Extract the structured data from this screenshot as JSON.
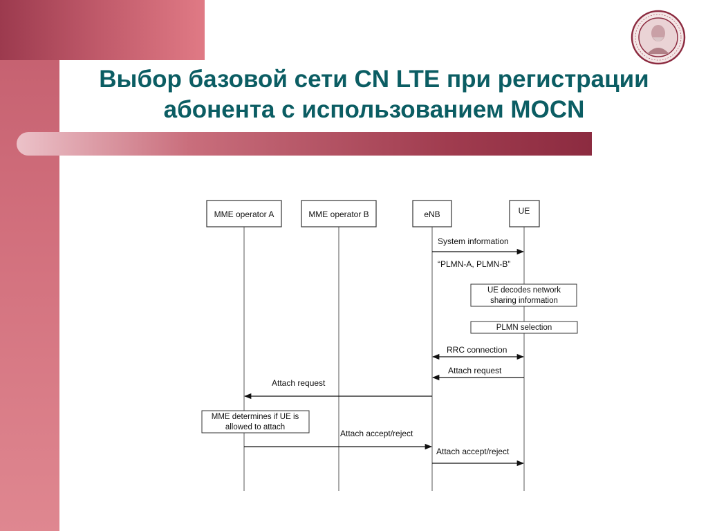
{
  "slide": {
    "title_lines": [
      "Выбор базовой сети CN LTE при регистрации",
      "абонента с использованием MOCN"
    ],
    "colors": {
      "title": "#0b5d63",
      "band_dark": "#9c3a4e",
      "band_light": "#e07a85"
    },
    "logo_icon": "university-seal-icon"
  },
  "diagram": {
    "entities": {
      "mme_a": "MME operator A",
      "mme_b": "MME operator B",
      "enb": "eNB",
      "ue": "UE"
    },
    "messages": {
      "system_information": "System information",
      "plmn_list": "“PLMN-A, PLMN-B”",
      "rrc_connection": "RRC connection",
      "attach_request_ue": "Attach request",
      "attach_request_enb": "Attach request",
      "attach_accept_mme": "Attach accept/reject",
      "attach_accept_enb": "Attach accept/reject"
    },
    "notes": {
      "ue_decodes": [
        "UE decodes network",
        "sharing information"
      ],
      "plmn_selection": "PLMN selection",
      "mme_determines": [
        "MME determines if UE is",
        "allowed to attach"
      ]
    }
  }
}
